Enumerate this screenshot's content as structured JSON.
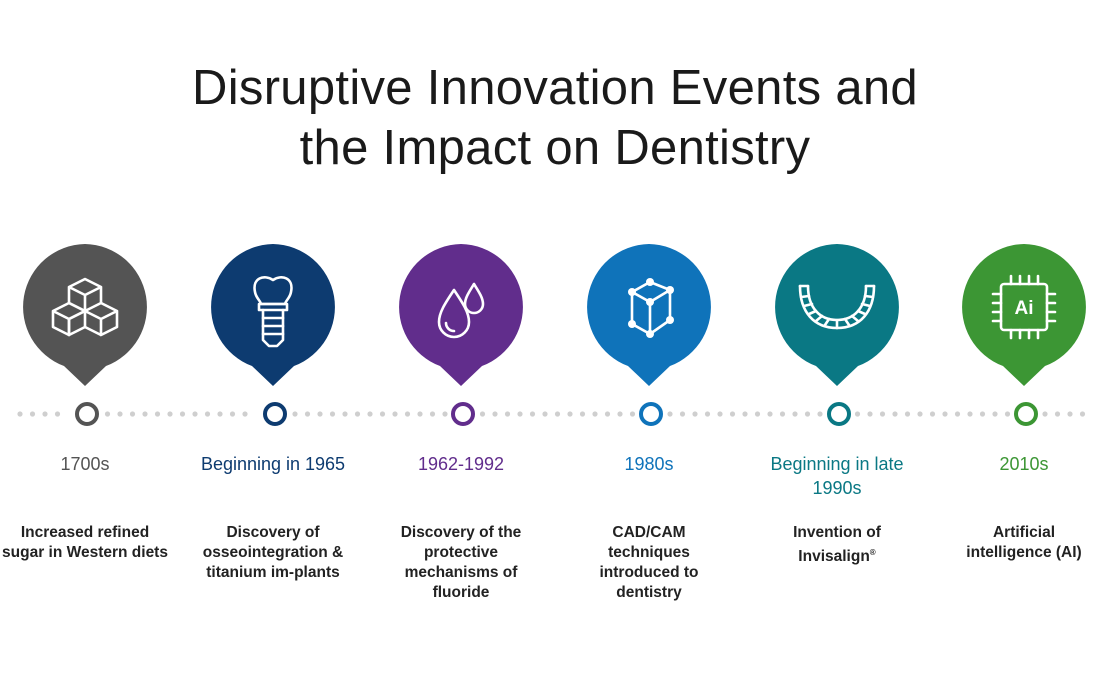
{
  "title": {
    "line1": "Disruptive Innovation Events and",
    "line2": "the Impact on Dentistry"
  },
  "events": [
    {
      "date": "1700s",
      "description": "Increased refined sugar in Western diets",
      "color": "#545454",
      "icon": "sugar-cubes-icon"
    },
    {
      "date": "Beginning in 1965",
      "description": "Discovery of osseointegration & titanium im-plants",
      "color": "#0d3b70",
      "icon": "dental-implant-icon"
    },
    {
      "date": "1962-1992",
      "description": "Discovery of the protective mechanisms of fluoride",
      "color": "#612d8c",
      "icon": "water-drops-icon"
    },
    {
      "date": "1980s",
      "description": "CAD/CAM techniques introduced to dentistry",
      "color": "#0f73ba",
      "icon": "3d-cube-icon"
    },
    {
      "date": "Beginning in late 1990s",
      "description": "Invention of Invisalign",
      "description_mark": "®",
      "color": "#0a7884",
      "icon": "aligner-icon"
    },
    {
      "date": "2010s",
      "description": "Artificial intelligence (AI)",
      "color": "#3c9634",
      "icon": "ai-chip-icon",
      "icon_label": "Ai"
    }
  ]
}
